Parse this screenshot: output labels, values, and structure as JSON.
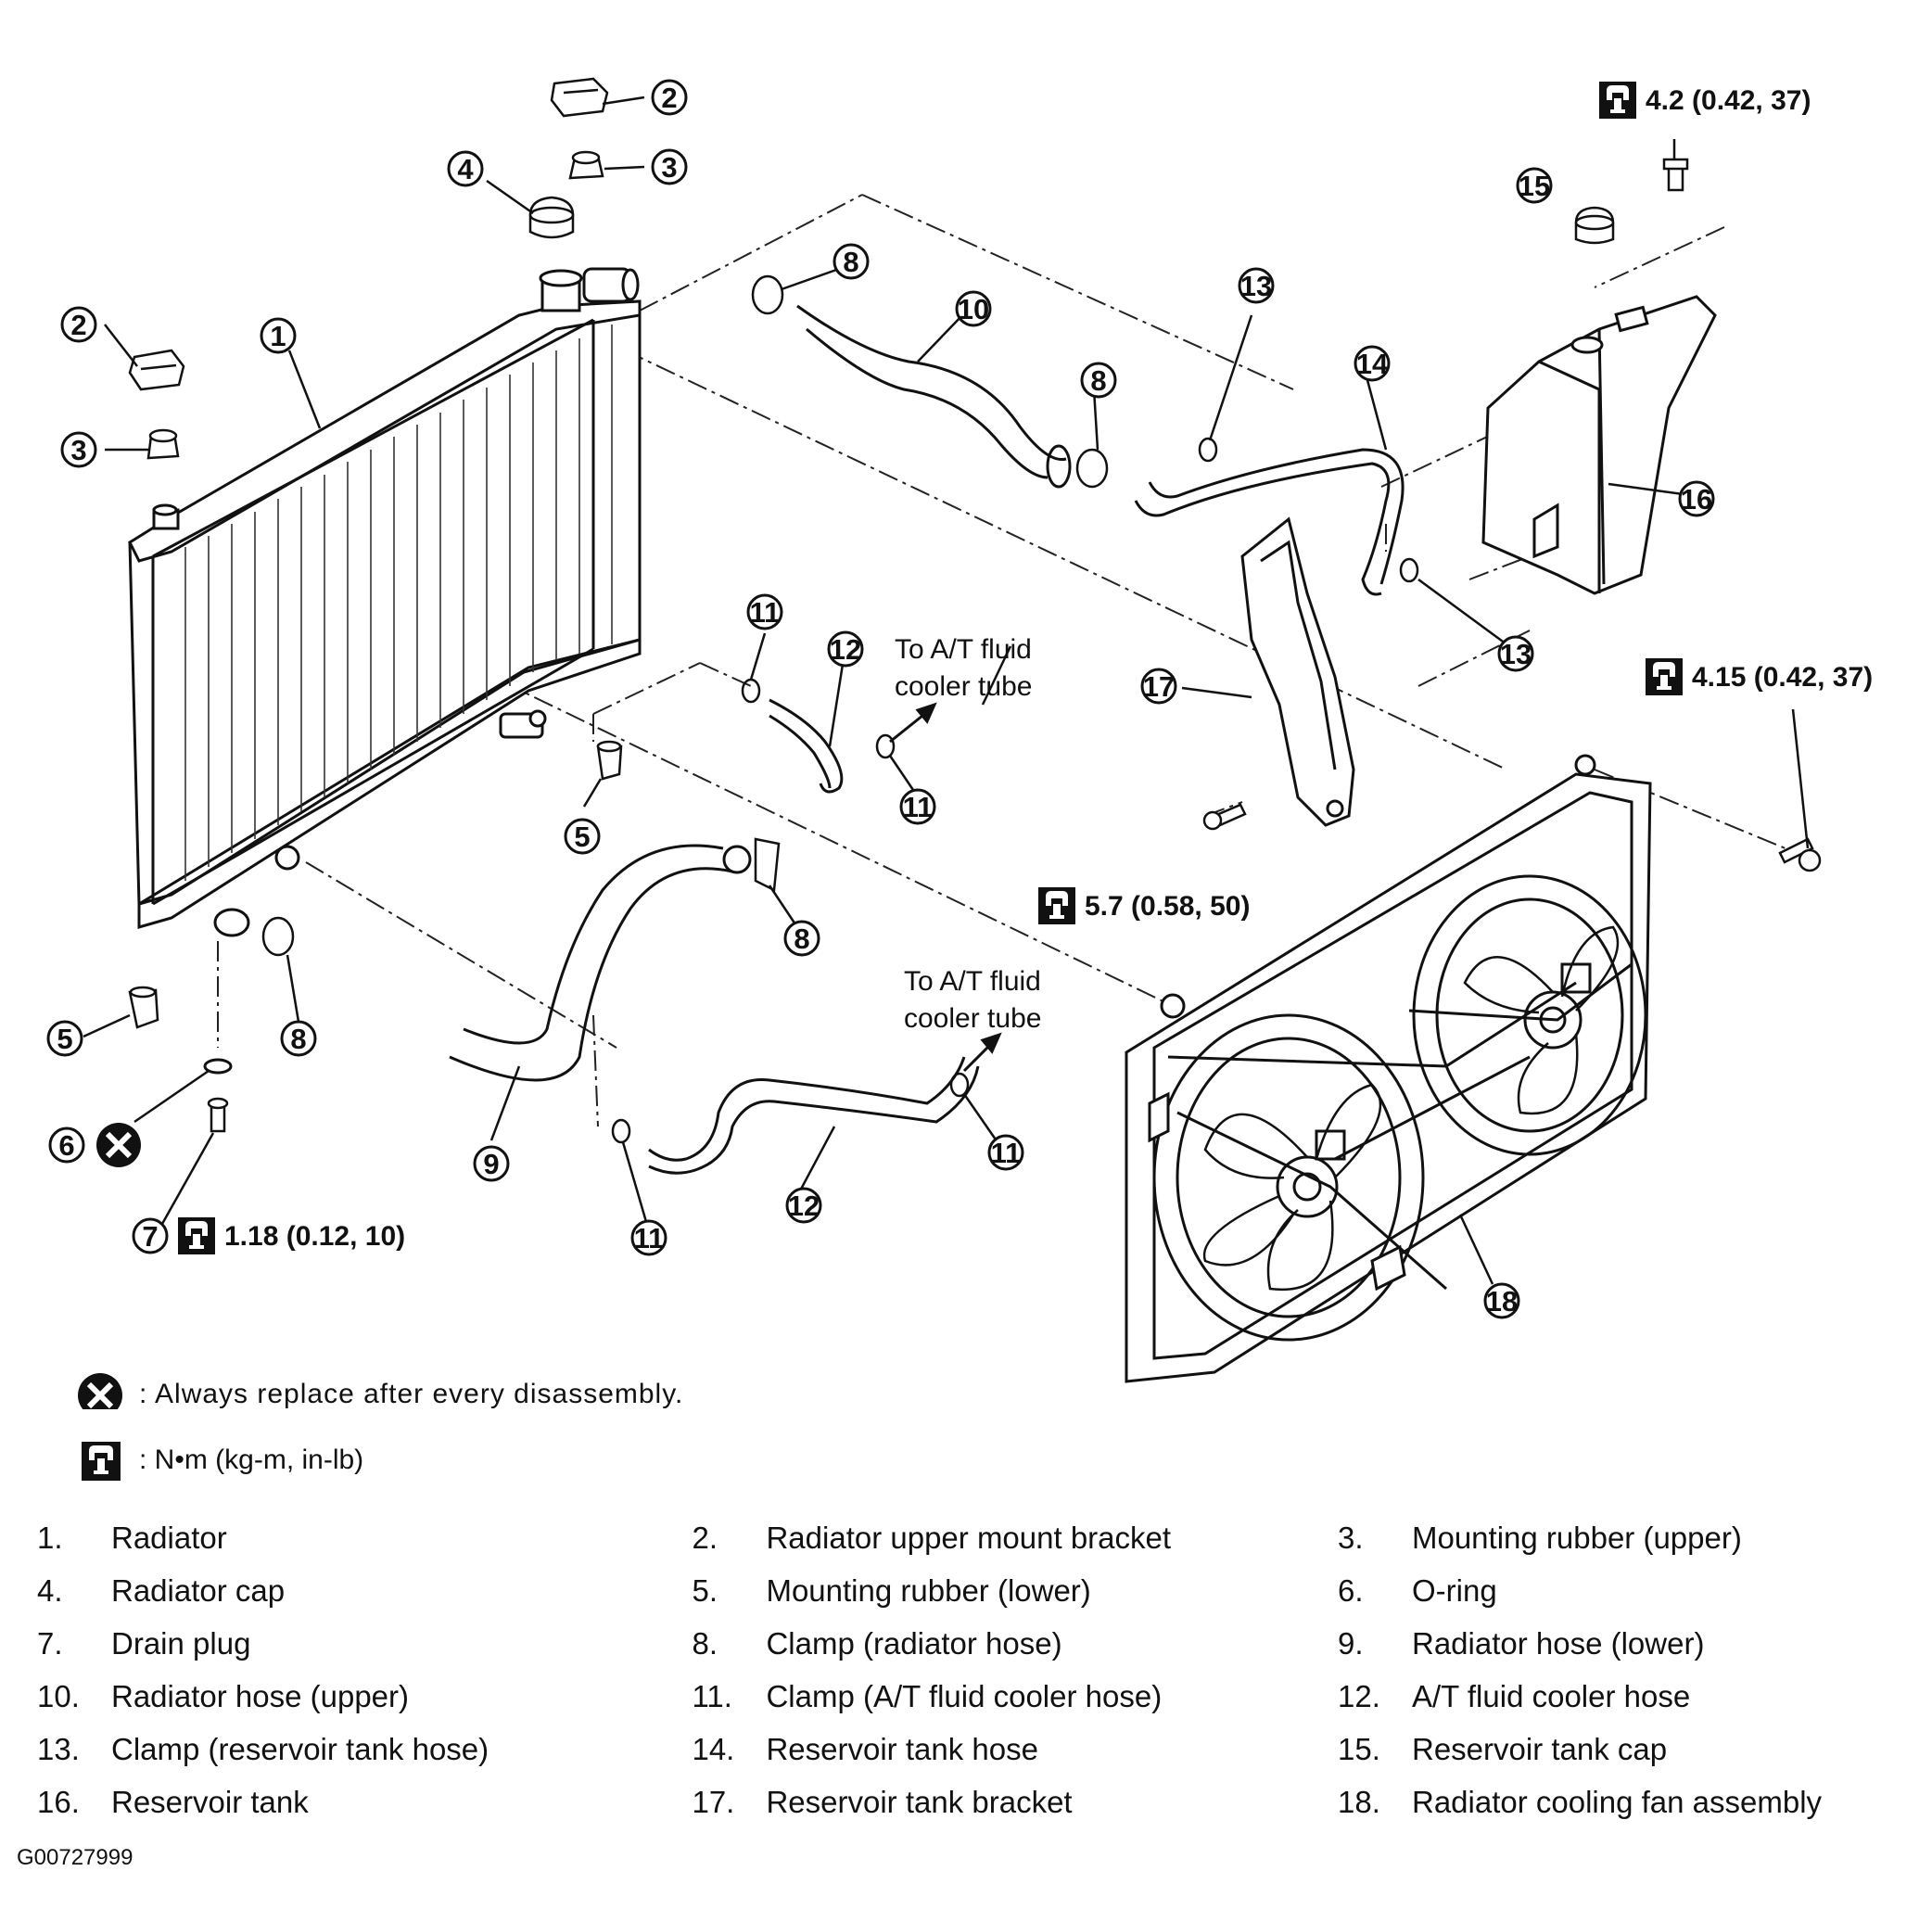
{
  "callouts": [
    "1",
    "2",
    "3",
    "4",
    "5",
    "6",
    "7",
    "8",
    "9",
    "10",
    "11",
    "12",
    "13",
    "14",
    "15",
    "16",
    "17",
    "18"
  ],
  "torque_specs": {
    "reservoir_bolt": "4.2 (0.42, 37)",
    "fan_bolt": "4.15 (0.42, 37)",
    "bracket_bolt": "5.7 (0.58, 50)",
    "drain_plug": "1.18 (0.12, 10)"
  },
  "notes": {
    "to_cooler_upper": [
      "To A/T fluid",
      "cooler tube"
    ],
    "to_cooler_lower": [
      "To A/T fluid",
      "cooler tube"
    ]
  },
  "symbol_legend": {
    "replace": ": Always replace after every disassembly.",
    "torque": ": N•m  (kg-m,  in-lb)"
  },
  "parts": [
    {
      "num": "1.",
      "name": "Radiator"
    },
    {
      "num": "2.",
      "name": "Radiator upper mount bracket"
    },
    {
      "num": "3.",
      "name": "Mounting rubber (upper)"
    },
    {
      "num": "4.",
      "name": "Radiator cap"
    },
    {
      "num": "5.",
      "name": "Mounting rubber (lower)"
    },
    {
      "num": "6.",
      "name": "O-ring"
    },
    {
      "num": "7.",
      "name": "Drain plug"
    },
    {
      "num": "8.",
      "name": "Clamp (radiator hose)"
    },
    {
      "num": "9.",
      "name": "Radiator hose (lower)"
    },
    {
      "num": "10.",
      "name": "Radiator hose (upper)"
    },
    {
      "num": "11.",
      "name": "Clamp (A/T fluid cooler hose)"
    },
    {
      "num": "12.",
      "name": "A/T fluid cooler hose"
    },
    {
      "num": "13.",
      "name": "Clamp (reservoir tank hose)"
    },
    {
      "num": "14.",
      "name": "Reservoir tank hose"
    },
    {
      "num": "15.",
      "name": "Reservoir tank cap"
    },
    {
      "num": "16.",
      "name": "Reservoir tank"
    },
    {
      "num": "17.",
      "name": "Reservoir tank bracket"
    },
    {
      "num": "18.",
      "name": "Radiator cooling fan assembly"
    }
  ],
  "figure_id": "G00727999"
}
